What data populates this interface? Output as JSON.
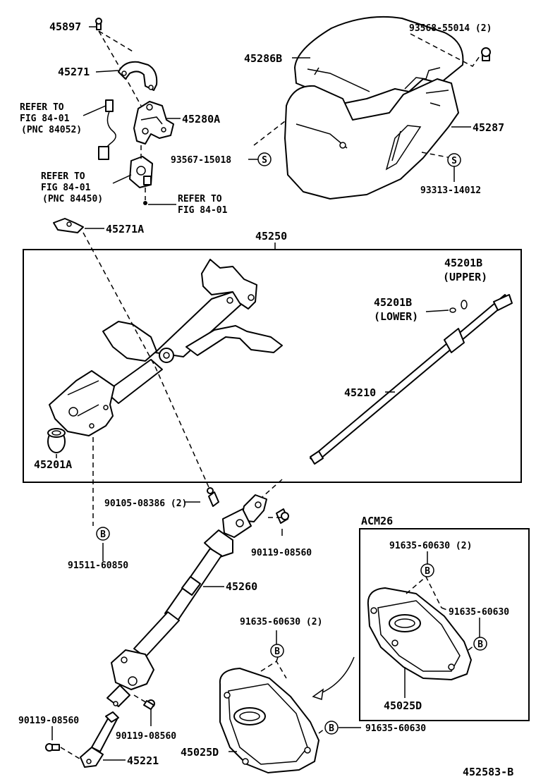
{
  "diagram": {
    "labels": {
      "p45897": "45897",
      "p45271": "45271",
      "refer1_a": "REFER TO",
      "refer1_b": "FIG 84-01",
      "refer1_c": "(PNC 84052)",
      "p45280A": "45280A",
      "refer2_a": "REFER TO",
      "refer2_b": "FIG 84-01",
      "refer2_c": "(PNC 84450)",
      "refer3_a": "REFER TO",
      "refer3_b": "FIG 84-01",
      "p45271A": "45271A",
      "p45286B": "45286B",
      "p93568": "93568-55014 (2)",
      "p93567": "93567-15018",
      "p45287": "45287",
      "p93313": "93313-14012",
      "p45250": "45250",
      "p45201B_u": "45201B",
      "p45201B_u2": "(UPPER)",
      "p45201B_l": "45201B",
      "p45201B_l2": "(LOWER)",
      "p45210": "45210",
      "p45201A": "45201A",
      "p90105": "90105-08386 (2)",
      "p90119a": "90119-08560",
      "p91511": "91511-60850",
      "p45260": "45260",
      "acm": "ACM26",
      "p91635_b1": "91635-60630 (2)",
      "p91635_b2": "91635-60630",
      "p45025D_b": "45025D",
      "p91635_m1": "91635-60630 (2)",
      "p91635_m2": "91635-60630",
      "p45025D_m": "45025D",
      "p90119b": "90119-08560",
      "p90119c": "90119-08560",
      "p45221": "45221",
      "code": "452583-B"
    },
    "markers": {
      "S": "S",
      "B": "B"
    }
  }
}
